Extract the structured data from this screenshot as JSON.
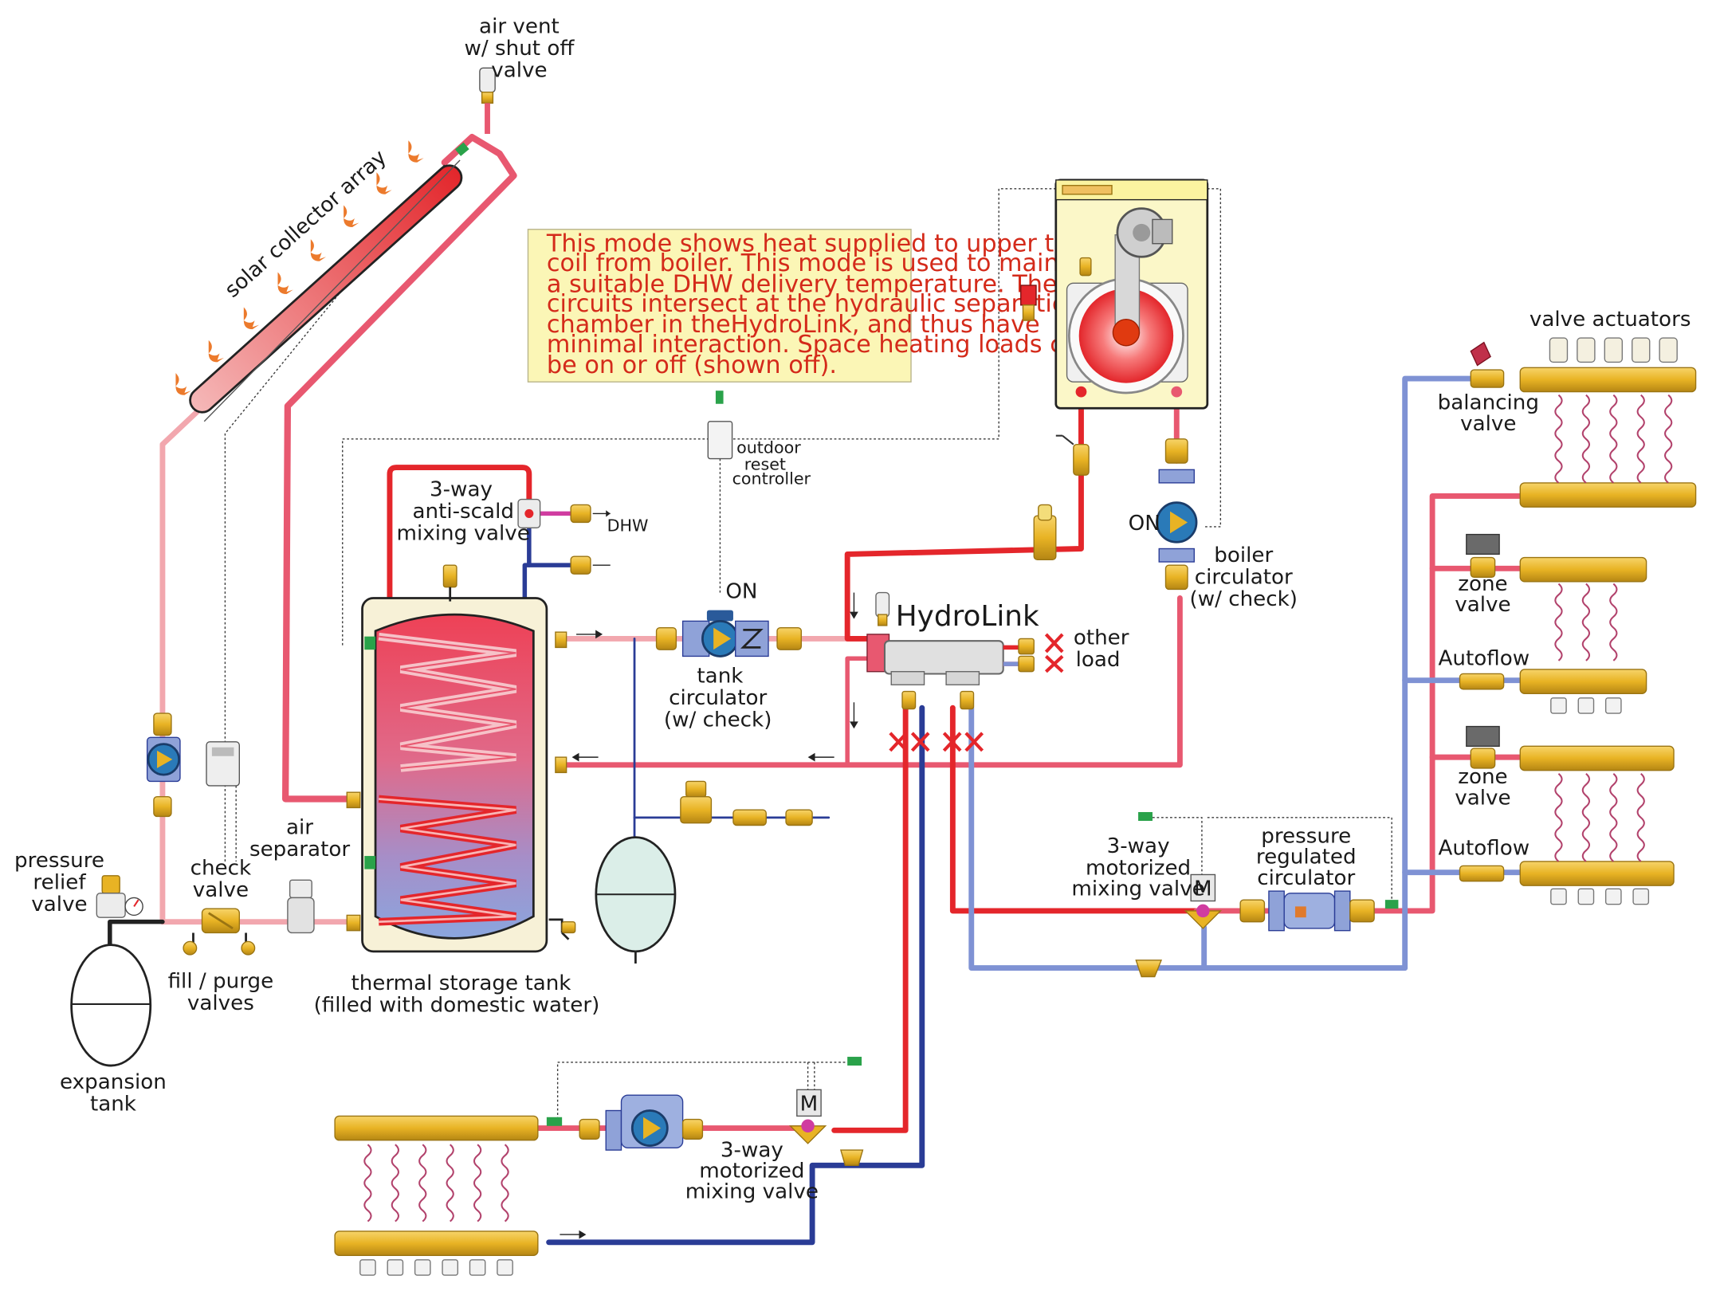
{
  "colors": {
    "hot": "#e4262b",
    "warm": "#e85870",
    "lukewarm": "#f2a7ae",
    "cold": "#2a3c96",
    "return_light": "#7f92d4",
    "brass": "#e8b324",
    "brass_edge": "#9a7412",
    "note_bg": "#fbf6b6",
    "note_text": "#d42a1a",
    "control_wire": "#3a3a3a",
    "sensor": "#2aa24a"
  },
  "note": {
    "lines": [
      "This mode shows heat supplied to upper tank",
      "coil from boiler.  This mode is used to maintain",
      "a suitable DHW delivery temperature.  The two",
      "circuits intersect at the hydraulic separation",
      "chamber in theHydroLink, and thus have",
      "minimal interaction.  Space heating loads could",
      "be on or off (shown off)."
    ]
  },
  "labels": {
    "air_vent": [
      "air vent",
      "w/ shut off",
      "valve"
    ],
    "solar_collector": "solar collector array",
    "mixing_valve_3way_antiscald": [
      "3-way",
      "anti-scald",
      "mixing valve"
    ],
    "dhw": "DHW",
    "outdoor_reset": [
      "outdoor",
      "reset",
      "controller"
    ],
    "tank_pump_on": "ON",
    "tank_circulator": [
      "tank",
      "circulator",
      "(w/ check)"
    ],
    "hydrolink": "HydroLink",
    "other_load": [
      "other",
      "load"
    ],
    "boiler_pump_on": "ON",
    "boiler_circulator": [
      "boiler",
      "circulator",
      "(w/ check)"
    ],
    "valve_actuators": "valve actuators",
    "balancing_valve": [
      "balancing",
      "valve"
    ],
    "zone_valve_1": [
      "zone",
      "valve"
    ],
    "autoflow_1": "Autoflow",
    "zone_valve_2": [
      "zone",
      "valve"
    ],
    "autoflow_2": "Autoflow",
    "air_separator": [
      "air",
      "separator"
    ],
    "pressure_relief": [
      "pressure",
      "relief",
      "valve"
    ],
    "check_valve": [
      "check",
      "valve"
    ],
    "fill_purge": [
      "fill / purge",
      "valves"
    ],
    "thermal_storage": [
      "thermal storage tank",
      "(filled with domestic water)"
    ],
    "expansion_tank": [
      "expansion",
      "tank"
    ],
    "motorized_mixing_right": [
      "3-way",
      "motorized",
      "mixing valve"
    ],
    "pressure_regulated": [
      "pressure",
      "regulated",
      "circulator"
    ],
    "motorized_mixing_bottom": [
      "3-way",
      "motorized",
      "mixing valve"
    ],
    "actuator_letter": "M"
  }
}
